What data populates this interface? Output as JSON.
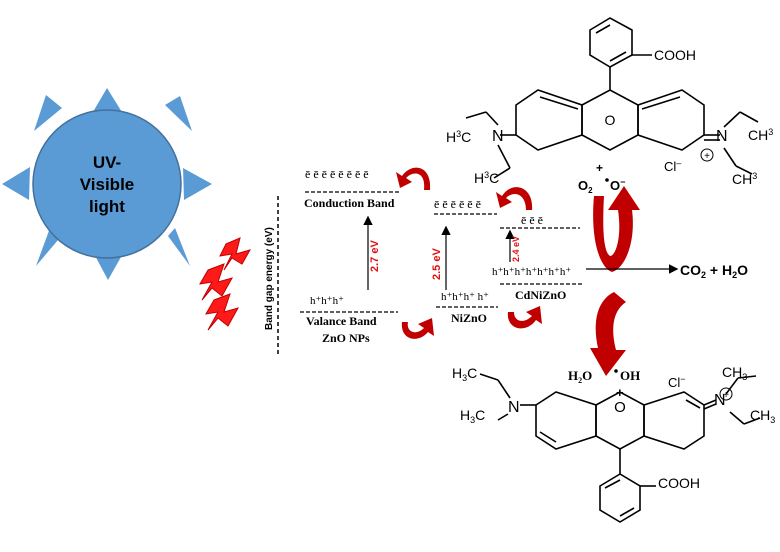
{
  "light_source": {
    "line1": "UV-",
    "line2": "Visible",
    "line3": "light",
    "sun_color": "#5b9bd5",
    "bolt_color": "#ff0000"
  },
  "axis": {
    "label": "Band gap energy (eV)"
  },
  "zno": {
    "electrons": "ē ē ē ē ē ē ē ē",
    "cb_label": "Conduction Band",
    "holes": "h⁺h⁺h⁺",
    "vb_label": "Valance Band",
    "name": "ZnO NPs",
    "gap": "2.7 eV"
  },
  "nizno": {
    "electrons": "ē ē ē ē ē ē",
    "holes": "h⁺h⁺h⁺ h⁺",
    "name": "NiZnO",
    "gap": "2.5 eV"
  },
  "cdnizno": {
    "electrons": "ē ē ē",
    "holes": "h⁺h⁺h⁺h⁺h⁺h⁺h⁺",
    "name": "CdNiZnO",
    "gap": "2.4 eV"
  },
  "radicals": {
    "o2": "O",
    "o2_sub": "2",
    "superoxide": "O",
    "superoxide_sup": "−",
    "water": "H",
    "water_sub": "2",
    "water_o": "O",
    "hydroxyl": "OH",
    "plus": "+"
  },
  "products": {
    "text": "CO",
    "sub": "2",
    "rest": " + H",
    "sub2": "2",
    "end": "O"
  },
  "molecule_top": {
    "cooh": "COOH",
    "h3c_a": "H",
    "h3c_a_sub": "3",
    "h3c_a_c": "C",
    "h3c_b": "H",
    "h3c_b_sub": "3",
    "h3c_b_c": "C",
    "ch3_a": "CH",
    "ch3_a_sub": "3",
    "ch3_b": "CH",
    "ch3_b_sub": "3",
    "cl": "Cl",
    "cl_minus": "–",
    "plus": "+"
  },
  "molecule_bottom": {
    "cooh": "COOH",
    "h3c_a": "H",
    "h3c_a_sub": "3",
    "h3c_a_c": "C",
    "h3c_b": "H",
    "h3c_b_sub": "3",
    "h3c_b_c": "C",
    "ch3_a": "CH",
    "ch3_a_sub": "3",
    "ch3_b": "CH",
    "ch3_b_sub": "3",
    "cl": "Cl",
    "cl_minus": "−",
    "plus_ring": "+",
    "plus_o": "+",
    "n_left": "N",
    "n_right": "N",
    "o_center": "O"
  },
  "colors": {
    "arrow_red": "#c00000",
    "gap_red": "#e01010"
  }
}
